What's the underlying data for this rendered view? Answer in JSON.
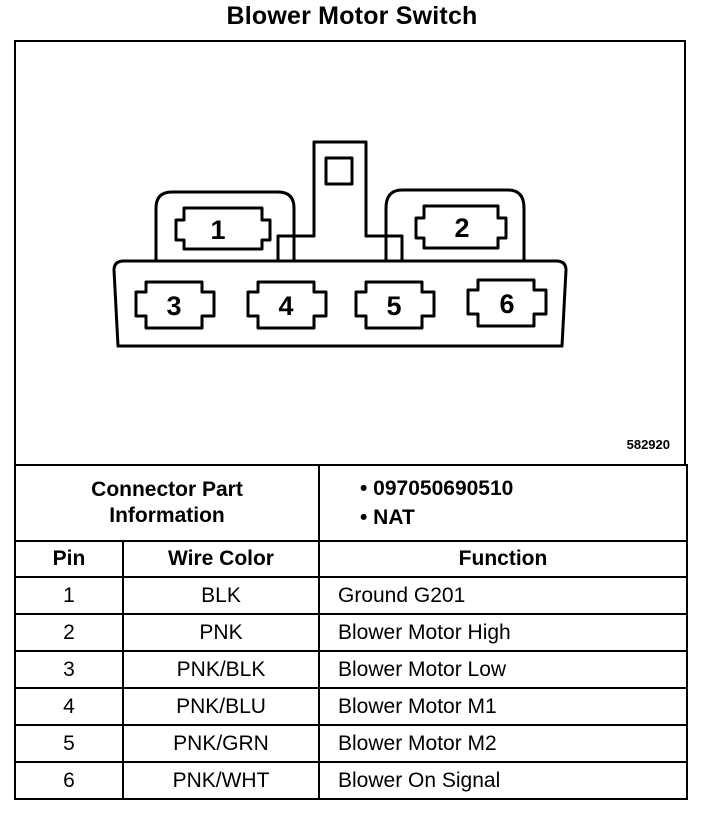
{
  "title": "Blower Motor Switch",
  "figure_id": "582920",
  "connector": {
    "pins": [
      "1",
      "2",
      "3",
      "4",
      "5",
      "6"
    ]
  },
  "connector_part_info": {
    "label": "Connector Part Information",
    "values": [
      "• 097050690510",
      "• NAT"
    ]
  },
  "table": {
    "headers": [
      "Pin",
      "Wire Color",
      "Function"
    ],
    "rows": [
      {
        "pin": "1",
        "wire": "BLK",
        "function": "Ground G201"
      },
      {
        "pin": "2",
        "wire": "PNK",
        "function": "Blower Motor High"
      },
      {
        "pin": "3",
        "wire": "PNK/BLK",
        "function": "Blower Motor Low"
      },
      {
        "pin": "4",
        "wire": "PNK/BLU",
        "function": "Blower Motor M1"
      },
      {
        "pin": "5",
        "wire": "PNK/GRN",
        "function": "Blower Motor M2"
      },
      {
        "pin": "6",
        "wire": "PNK/WHT",
        "function": "Blower On Signal"
      }
    ]
  }
}
